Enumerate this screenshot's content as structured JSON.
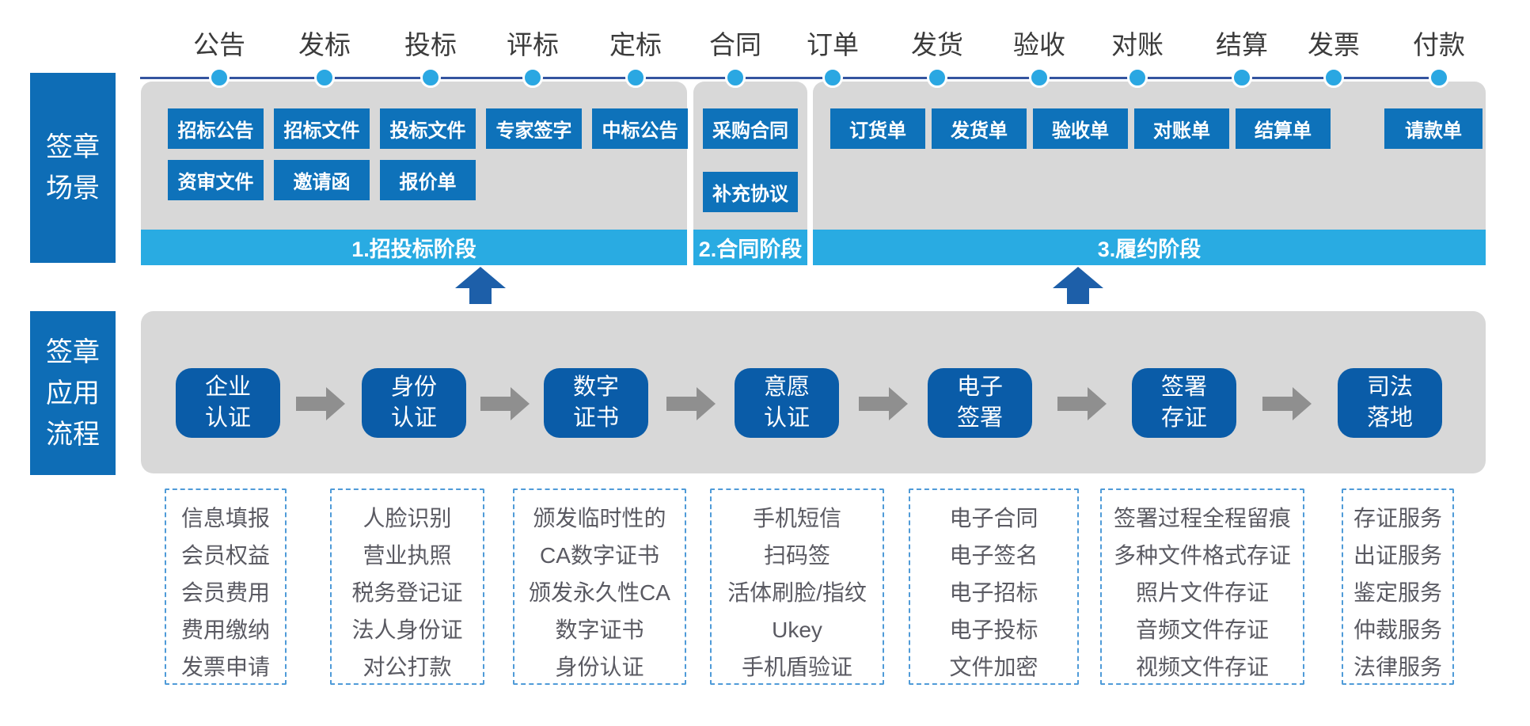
{
  "timeline": {
    "milestones": [
      "公告",
      "发标",
      "投标",
      "评标",
      "定标",
      "合同",
      "订单",
      "发货",
      "验收",
      "对账",
      "结算",
      "发票",
      "付款"
    ]
  },
  "sidebar": {
    "scenarios": {
      "lines": [
        "签章",
        "场景"
      ]
    },
    "process": {
      "lines": [
        "签章",
        "应用",
        "流程"
      ]
    }
  },
  "phases": [
    {
      "label": "1.招投标阶段",
      "row1": [
        "招标公告",
        "招标文件",
        "投标文件",
        "专家签字",
        "中标公告"
      ],
      "row2": [
        "资审文件",
        "邀请函",
        "报价单"
      ]
    },
    {
      "label": "2.合同阶段",
      "row1": [
        "采购合同"
      ],
      "row2": [
        "补充协议"
      ]
    },
    {
      "label": "3.履约阶段",
      "row1": [
        "订货单",
        "发货单",
        "验收单",
        "对账单",
        "结算单"
      ],
      "row1_right": "请款单"
    }
  ],
  "flow": {
    "steps": [
      {
        "line1": "企业",
        "line2": "认证"
      },
      {
        "line1": "身份",
        "line2": "认证"
      },
      {
        "line1": "数字",
        "line2": "证书"
      },
      {
        "line1": "意愿",
        "line2": "认证"
      },
      {
        "line1": "电子",
        "line2": "签署"
      },
      {
        "line1": "签署",
        "line2": "存证"
      },
      {
        "line1": "司法",
        "line2": "落地"
      }
    ]
  },
  "flow_details": [
    {
      "items": [
        "信息填报",
        "会员权益",
        "会员费用",
        "费用缴纳",
        "发票申请"
      ]
    },
    {
      "items": [
        "人脸识别",
        "营业执照",
        "税务登记证",
        "法人身份证",
        "对公打款"
      ]
    },
    {
      "items": [
        "颁发临时性的",
        "CA数字证书",
        "颁发永久性CA",
        "数字证书",
        "身份认证"
      ]
    },
    {
      "items": [
        "手机短信",
        "扫码签",
        "活体刷脸/指纹",
        "Ukey",
        "手机盾验证"
      ]
    },
    {
      "items": [
        "电子合同",
        "电子签名",
        "电子招标",
        "电子投标",
        "文件加密"
      ]
    },
    {
      "items": [
        "签署过程全程留痕",
        "多种文件格式存证",
        "照片文件存证",
        "音频文件存证",
        "视频文件存证"
      ]
    },
    {
      "items": [
        "存证服务",
        "出证服务",
        "鉴定服务",
        "仲裁服务",
        "法律服务"
      ]
    }
  ],
  "colors": {
    "primary_blue": "#0e72ba",
    "flow_blue": "#0a5ca8",
    "sidebar_blue": "#0e6db6",
    "cyan": "#29abe2",
    "dot_blue": "#2aa7e2",
    "line_navy": "#34549f",
    "panel_gray": "#d8d8d8",
    "arrow_gray": "#8f8f8f",
    "up_arrow_blue": "#1d5fa9",
    "detail_text": "#5a5a62",
    "dashed_border": "#4f9bd8"
  }
}
